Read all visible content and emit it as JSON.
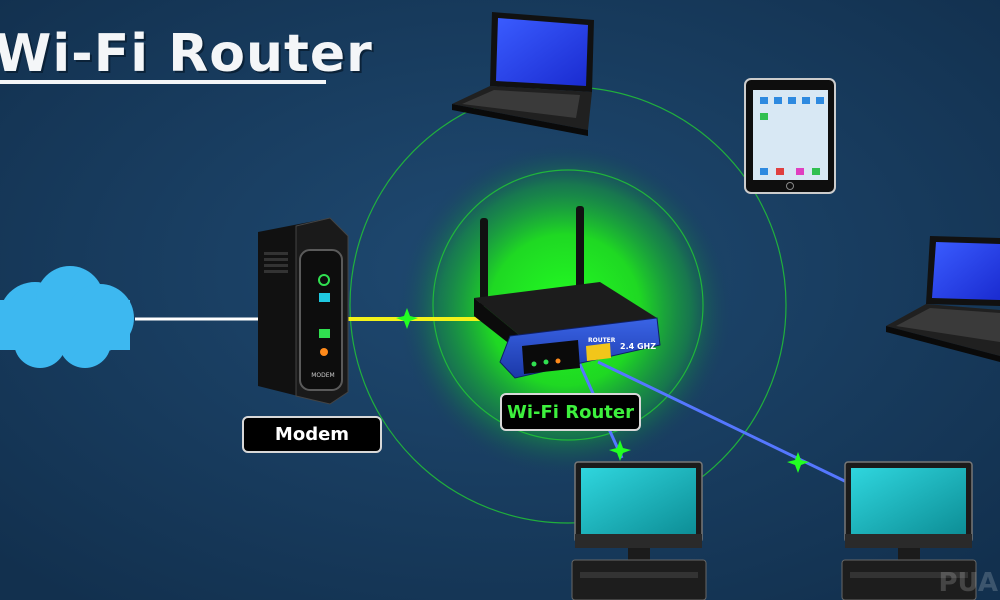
{
  "title": "Wi-Fi Router",
  "labels": {
    "modem": "Modem",
    "router": "Wi-Fi Router"
  },
  "device_text": {
    "modem_brand": "MODEM",
    "router_brand": "ROUTER",
    "router_band": "2.4 GHZ"
  },
  "watermark": "PUA",
  "icons": [
    "cloud-icon",
    "modem-icon",
    "router-icon",
    "laptop-icon",
    "tablet-icon",
    "desktop-icon"
  ],
  "colors": {
    "background": "#173a5c",
    "router_glow": "#22ee22",
    "modem_link": "#f2f21a",
    "lan_link": "#5577ff",
    "signal_rings": "#22cc33",
    "router_label_text": "#3df03d"
  }
}
